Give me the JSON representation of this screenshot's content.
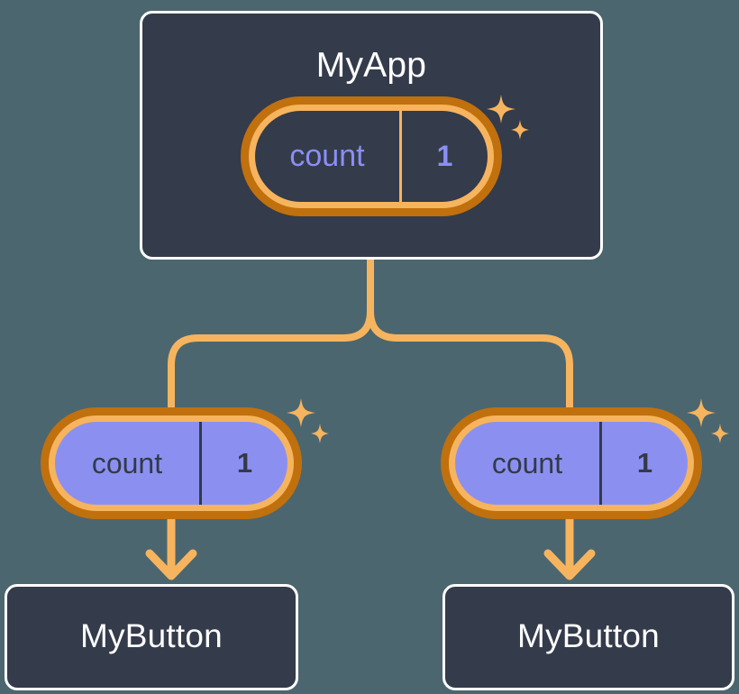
{
  "theme": {
    "background": "#4c666f",
    "card_fill": "#343b4a",
    "card_border": "#ffffff",
    "pill_ring_outer": "#c0700d",
    "pill_ring_inner": "#f7b45e",
    "pill_child_fill": "#8b90f0",
    "accent_text": "#8a8ff5",
    "dark_text": "#333a48",
    "connector": "#f7b45e",
    "sparkle": "#f7b45e"
  },
  "root": {
    "title": "MyApp",
    "state": {
      "key": "count",
      "value": "1"
    },
    "sparkle_icon": "sparkles-icon"
  },
  "children": [
    {
      "state": {
        "key": "count",
        "value": "1"
      },
      "sparkle_icon": "sparkles-icon",
      "title": "MyButton"
    },
    {
      "state": {
        "key": "count",
        "value": "1"
      },
      "sparkle_icon": "sparkles-icon",
      "title": "MyButton"
    }
  ],
  "connectors": {
    "fork_icon": "fork-connector",
    "arrow_icon": "arrow-down-icon"
  }
}
